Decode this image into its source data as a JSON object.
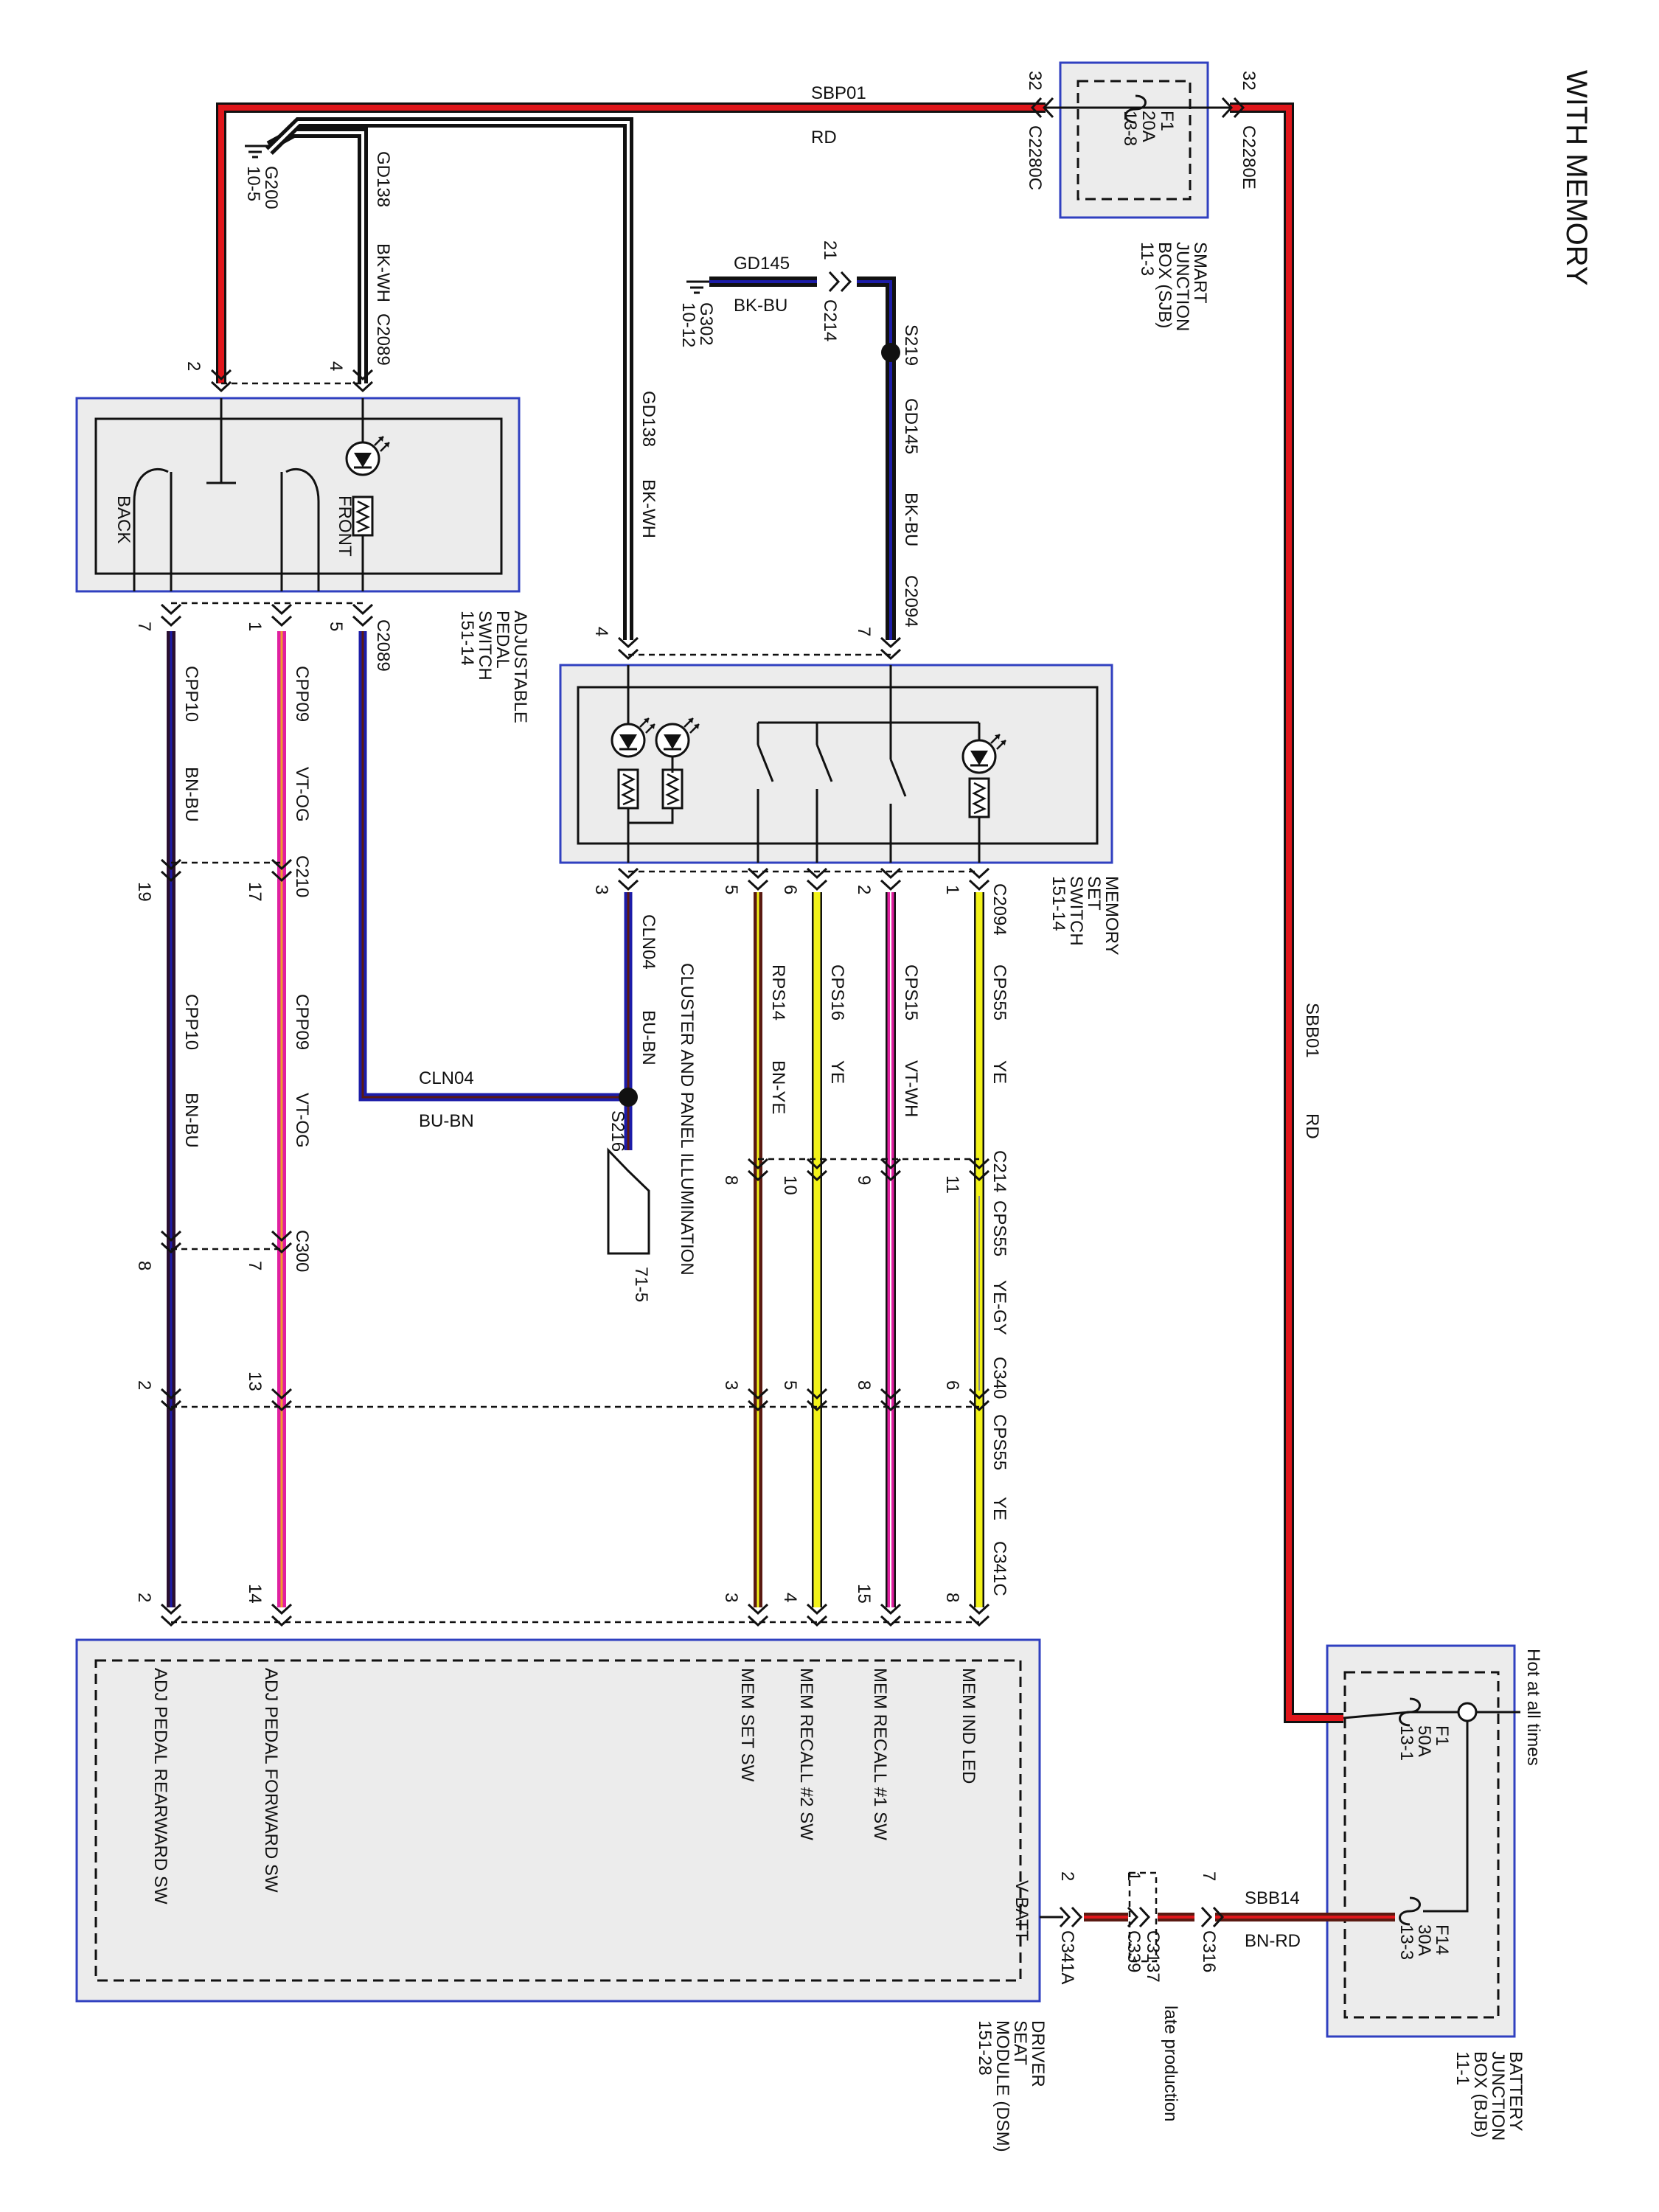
{
  "title": "WITH MEMORY",
  "colors": {
    "RD": "#e0161b",
    "BK": "#111111",
    "BU": "#1c1ca8",
    "BN": "#5a1a12",
    "VT": "#e020a0",
    "OG": "#f29a30",
    "YE": "#f2f21a",
    "WH": "#ffffff",
    "GY": "#8a8a8a",
    "box_border": "#3040c0",
    "box_fill": "#ececec"
  },
  "components": {
    "sjb": {
      "lines": [
        "SMART",
        "JUNCTION",
        "BOX (SJB)",
        "11-3"
      ],
      "fuse": [
        "F1",
        "20A",
        "13-8"
      ]
    },
    "bjb": {
      "lines": [
        "BATTERY",
        "JUNCTION",
        "BOX (BJB)",
        "11-1"
      ],
      "f1": [
        "F1",
        "50A",
        "13-1"
      ],
      "f14": [
        "F14",
        "30A",
        "13-3"
      ],
      "hot_label": "Hot at all times"
    },
    "pedal": {
      "lines": [
        "ADJUSTABLE",
        "PEDAL",
        "SWITCH",
        "151-14"
      ],
      "back": "BACK",
      "front": "FRONT"
    },
    "memory": {
      "lines": [
        "MEMORY",
        "SET",
        "SWITCH",
        "151-14"
      ]
    },
    "dsm": {
      "lines": [
        "DRIVER",
        "SEAT",
        "MODULE (DSM)",
        "151-28"
      ],
      "pins": [
        "MEM IND LED",
        "MEM RECALL #1 SW",
        "MEM RECALL #2 SW",
        "MEM SET SW",
        "ADJ PEDAL FORWARD SW",
        "ADJ PEDAL REARWARD SW",
        "V BATT"
      ]
    },
    "cluster": {
      "text": "CLUSTER AND PANEL ILLUMINATION",
      "ref": "71-5"
    },
    "g200": [
      "G200",
      "10-5"
    ],
    "g302": [
      "G302",
      "10-12"
    ]
  },
  "connectors": {
    "c2280c": "C2280C",
    "c2280e": "C2280E",
    "c2089": "C2089",
    "c214": "C214",
    "c2094": "C2094",
    "c210": "C210",
    "c300": "C300",
    "c340": "C340",
    "c341c": "C341C",
    "c341a": "C341A",
    "c3137": "C3137",
    "c339": "C339",
    "c316": "C316",
    "late": "late production"
  },
  "splices": {
    "s219": "S219",
    "s216": "S216"
  },
  "wires": {
    "sbp01": "SBP01",
    "rd": "RD",
    "sbb01": "SBB01",
    "rd2": "RD",
    "gd138": "GD138",
    "bkwh": "BK-WH",
    "gd145": "GD145",
    "bkbu": "BK-BU",
    "cln04": "CLN04",
    "bubn": "BU-BN",
    "cpp10": "CPP10",
    "bnbu": "BN-BU",
    "cpp09": "CPP09",
    "vtog": "VT-OG",
    "cps55": "CPS55",
    "ye": "YE",
    "yegy": "YE-GY",
    "cps15": "CPS15",
    "vtwh": "VT-WH",
    "cps16": "CPS16",
    "rps14": "RPS14",
    "bnye": "BN-YE",
    "sbb14": "SBB14",
    "bnrd": "BN-RD"
  },
  "pins": {
    "sjb_l": "32",
    "sjb_r": "32",
    "ped_2": "2",
    "ped_4": "4",
    "ped_7": "7",
    "ped_1": "1",
    "ped_5": "5",
    "mem_4": "4",
    "mem_7": "7",
    "mem_3": "3",
    "mem_5": "5",
    "mem_6": "6",
    "mem_2": "2",
    "mem_1": "1",
    "c214_21": "21",
    "c210_19": "19",
    "c210_17": "17",
    "c300_8": "8",
    "c300_7": "7",
    "c214_8": "8",
    "c214_10": "10",
    "c214_9": "9",
    "c214_11": "11",
    "c340_2": "2",
    "c340_13": "13",
    "c340_3": "3",
    "c340_5": "5",
    "c340_8": "8",
    "c340_6": "6",
    "dsm_2": "2",
    "dsm_14": "14",
    "dsm_3": "3",
    "dsm_4": "4",
    "dsm_15": "15",
    "dsm_8": "8",
    "vb_2": "2",
    "vb_1": "1",
    "vb_7": "7"
  }
}
